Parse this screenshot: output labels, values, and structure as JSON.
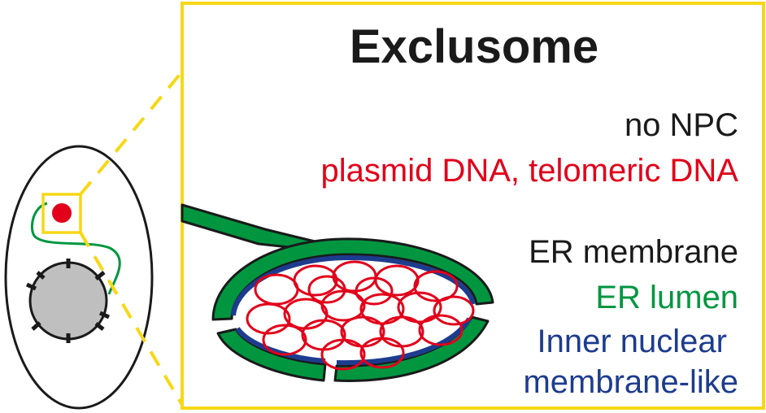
{
  "title": "Exclusome",
  "features": {
    "no_npc": "no NPC",
    "dna": "plasmid DNA, telomeric DNA"
  },
  "legend": {
    "er_membrane": "ER membrane",
    "er_lumen": "ER lumen",
    "inner_nuclear_line1": "Inner nuclear",
    "inner_nuclear_line2": "membrane-like"
  },
  "colors": {
    "dark_text": "#1a1a1a",
    "red": "#e2001a",
    "green": "#009640",
    "blue": "#1d3c8f",
    "yellow": "#f6d815",
    "nucleus_gray": "#bfbfbf"
  }
}
